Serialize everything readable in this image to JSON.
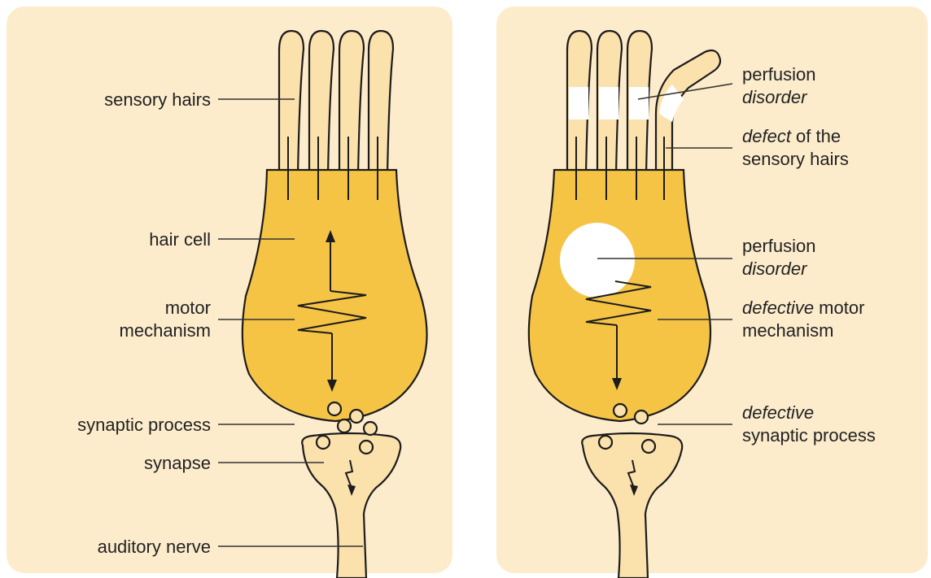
{
  "colors": {
    "panel_background": "#fdeccc",
    "hair_cell_fill": "#f6c445",
    "light_structure_fill": "#fbe1ac",
    "outline": "#1c1c1c",
    "defect_spot": "#ffffff"
  },
  "left_panel": {
    "labels": {
      "sensory_hairs": "sensory hairs",
      "hair_cell": "hair cell",
      "motor_mechanism_line1": "motor",
      "motor_mechanism_line2": "mechanism",
      "synaptic_process": "synaptic process",
      "synapse": "synapse",
      "auditory_nerve": "auditory nerve"
    }
  },
  "right_panel": {
    "labels": {
      "hair_perfusion_line1": "perfusion",
      "hair_perfusion_line2": "disorder",
      "defect_hairs_line1_italic": "defect",
      "defect_hairs_line1_rest": " of the",
      "defect_hairs_line2": "sensory hairs",
      "cell_perfusion_line1": "perfusion",
      "cell_perfusion_line2": "disorder",
      "defective_motor_italic": "defective",
      "defective_motor_rest": " motor",
      "defective_motor_line2": "mechanism",
      "defective_synaptic_line1": "defective",
      "defective_synaptic_line2": "synaptic process"
    }
  }
}
